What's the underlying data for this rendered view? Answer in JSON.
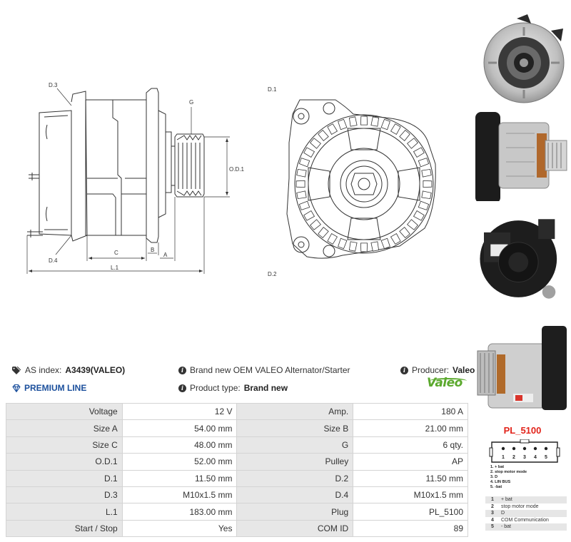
{
  "drawing": {
    "labels": {
      "d3": "D.3",
      "d4": "D.4",
      "g": "G",
      "od1": "O.D.1",
      "c": "C",
      "b": "B",
      "a": "A",
      "l1": "L.1",
      "d1": "D.1",
      "d2": "D.2"
    }
  },
  "info": {
    "as_index_label": "AS index:",
    "as_index_value": "A3439(VALEO)",
    "premium_line": "PREMIUM LINE",
    "description": "Brand new OEM VALEO Alternator/Starter",
    "product_type_label": "Product type:",
    "product_type_value": "Brand new",
    "producer_label": "Producer:",
    "producer_value": "Valeo",
    "logo_text": "Valeo"
  },
  "specs": [
    {
      "l1": "Voltage",
      "v1": "12 V",
      "l2": "Amp.",
      "v2": "180 A"
    },
    {
      "l1": "Size A",
      "v1": "54.00 mm",
      "l2": "Size B",
      "v2": "21.00 mm"
    },
    {
      "l1": "Size C",
      "v1": "48.00 mm",
      "l2": "G",
      "v2": "6 qty."
    },
    {
      "l1": "O.D.1",
      "v1": "52.00 mm",
      "l2": "Pulley",
      "v2": "AP"
    },
    {
      "l1": "D.1",
      "v1": "11.50 mm",
      "l2": "D.2",
      "v2": "11.50 mm"
    },
    {
      "l1": "D.3",
      "v1": "M10x1.5 mm",
      "l2": "D.4",
      "v2": "M10x1.5 mm"
    },
    {
      "l1": "L.1",
      "v1": "183.00 mm",
      "l2": "Plug",
      "v2": "PL_5100"
    },
    {
      "l1": "Start / Stop",
      "v1": "Yes",
      "l2": "COM ID",
      "v2": "89"
    }
  ],
  "plug": {
    "title": "PL_5100",
    "pin_numbers": [
      "1",
      "2",
      "3",
      "4",
      "5"
    ],
    "legend": [
      "1. + bat",
      "2. stop motor mode",
      "3. D",
      "4. LIN BUS",
      "5. -bat"
    ],
    "pins": [
      {
        "num": "1",
        "desc": "+ bat"
      },
      {
        "num": "2",
        "desc": "stop motor mode"
      },
      {
        "num": "3",
        "desc": "D"
      },
      {
        "num": "4",
        "desc": "COM Communication"
      },
      {
        "num": "5",
        "desc": "- bat"
      }
    ]
  },
  "icons": {
    "tag": "tag-icon",
    "info": "info-circle-icon",
    "diamond": "diamond-icon"
  },
  "colors": {
    "accent_blue": "#1b4f9c",
    "plug_red": "#e2231a",
    "valeo_green": "#5ba92e",
    "label_cell": "#e7e7e7"
  }
}
